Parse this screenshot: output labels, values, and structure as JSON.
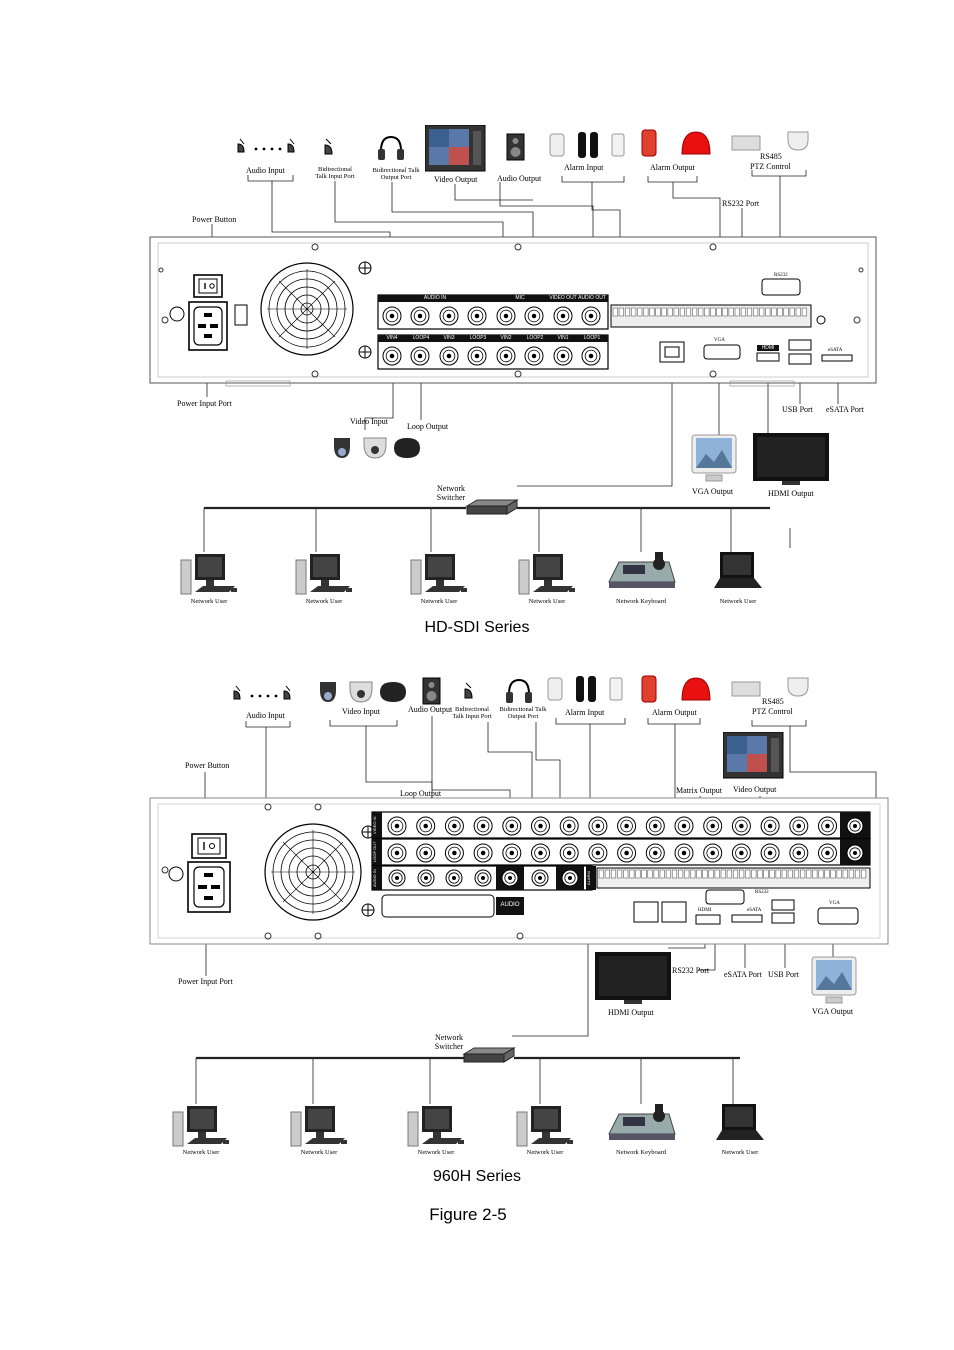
{
  "figure": {
    "caption": "Figure 2-5",
    "hdsdi": {
      "series_title": "HD-SDI Series",
      "labels": {
        "audio_input": "Audio Input",
        "bidir_talk_input": "Bidirectional Talk Input Port",
        "bidir_talk_output": "Bidirectional Talk Output Port",
        "video_output": "Video Output",
        "audio_output": "Audio Output",
        "alarm_input": "Alarm Input",
        "alarm_output": "Alarm Output",
        "rs485": "RS485",
        "ptz_control": "PTZ Control",
        "rs232_port": "RS232 Port",
        "power_button": "Power Button",
        "power_input_port": "Power Input Port",
        "video_input": "Video Input",
        "loop_output": "Loop Output",
        "usb_port": "USB Port",
        "esata_port": "eSATA Port",
        "network_switcher": "Network Switcher",
        "vga_output": "VGA Output",
        "hdmi_output": "HDMI Output"
      },
      "panel": {
        "audio_in": "AUDIO IN",
        "mic": "MIC",
        "video_out": "VIDEO OUT",
        "audio_out": "AUDIO OUT",
        "rs232": "RS232",
        "vin4": "VIN4",
        "loop4": "LOOP4",
        "vin3": "VIN3",
        "loop3": "LOOP3",
        "vin2": "VIN2",
        "loop2": "LOOP2",
        "vin1": "VIN1",
        "loop1": "LOOP1",
        "vga": "VGA",
        "hdmi": "HDMI",
        "esata": "eSATA"
      },
      "network": [
        "Network User",
        "Network User",
        "Network User",
        "Network User",
        "Network Keyboard",
        "Network User"
      ]
    },
    "h960": {
      "series_title": "960H Series",
      "labels": {
        "audio_input": "Audio Input",
        "video_input": "Video Input",
        "audio_output": "Audio Output",
        "bidir_talk_input": "Bidirectional Talk Input Port",
        "bidir_talk_output": "Bidirectional Talk Output Port",
        "alarm_input": "Alarm Input",
        "alarm_output": "Alarm Output",
        "rs485": "RS485",
        "ptz_control": "PTZ Control",
        "power_button": "Power Button",
        "loop_output": "Loop Output",
        "matrix_output": "Matrix Output",
        "video_output": "Video Output",
        "power_input_port": "Power Input Port",
        "rs232_port": "RS232 Port",
        "esata_port": "eSATA Port",
        "usb_port": "USB Port",
        "hdmi_output": "HDMI Output",
        "vga_output": "VGA Output",
        "network_switcher": "Network Switcher"
      },
      "panel": {
        "video_in": "VIDEO IN",
        "loop_out": "LOOP OUT",
        "audio_in": "AUDIO IN",
        "alarm": "ALARM",
        "audio": "AUDIO",
        "hdmi": "HDMI",
        "esata": "eSATA",
        "rs232": "RS232",
        "vga": "VGA"
      },
      "network": [
        "Network User",
        "Network User",
        "Network User",
        "Network User",
        "Network Keyboard",
        "Network User"
      ]
    }
  }
}
